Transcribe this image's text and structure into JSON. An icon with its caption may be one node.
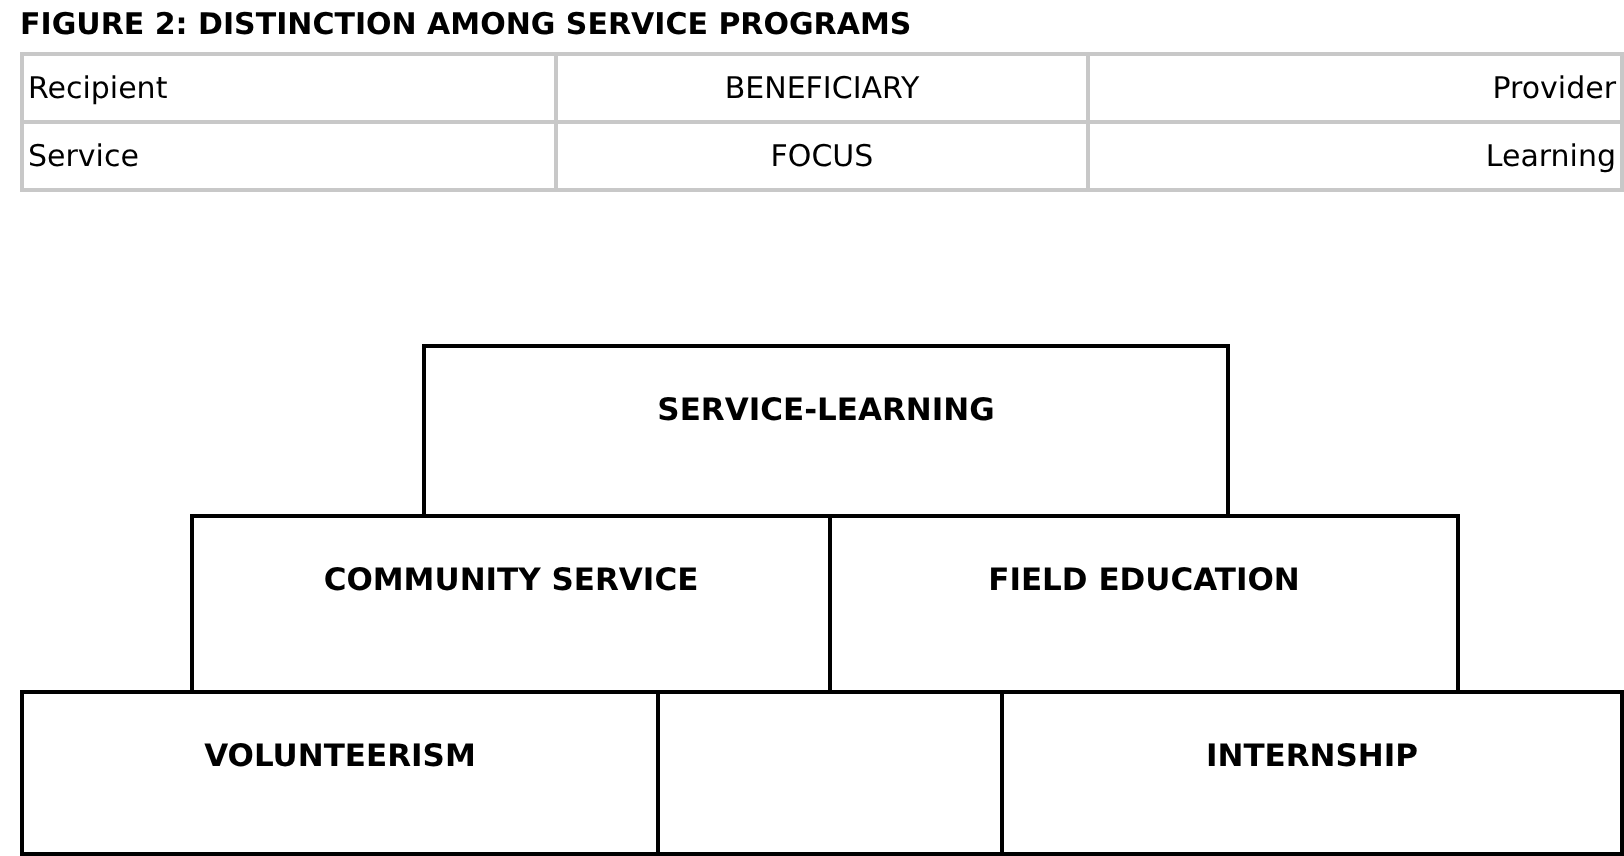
{
  "diagram": {
    "title": "FIGURE 2: DISTINCTION AMONG SERVICE PROGRAMS",
    "nodes": [
      {
        "text": [
          "SERVICE-LEARNING"
        ]
      },
      {
        "text": [
          "COMMUNITY SERVICE"
        ]
      },
      {
        "text": [
          "FIELD EDUCATION"
        ]
      },
      {
        "text": [
          "VOLUNTEERISM"
        ]
      },
      {
        "text": [],
        "shape": "box"
      },
      {
        "text": [
          "INTERNSHIP"
        ]
      }
    ],
    "labels": [
      "Recipient",
      "BENEFICIARY",
      "Provider",
      "Service",
      "FOCUS",
      "Learning"
    ]
  }
}
